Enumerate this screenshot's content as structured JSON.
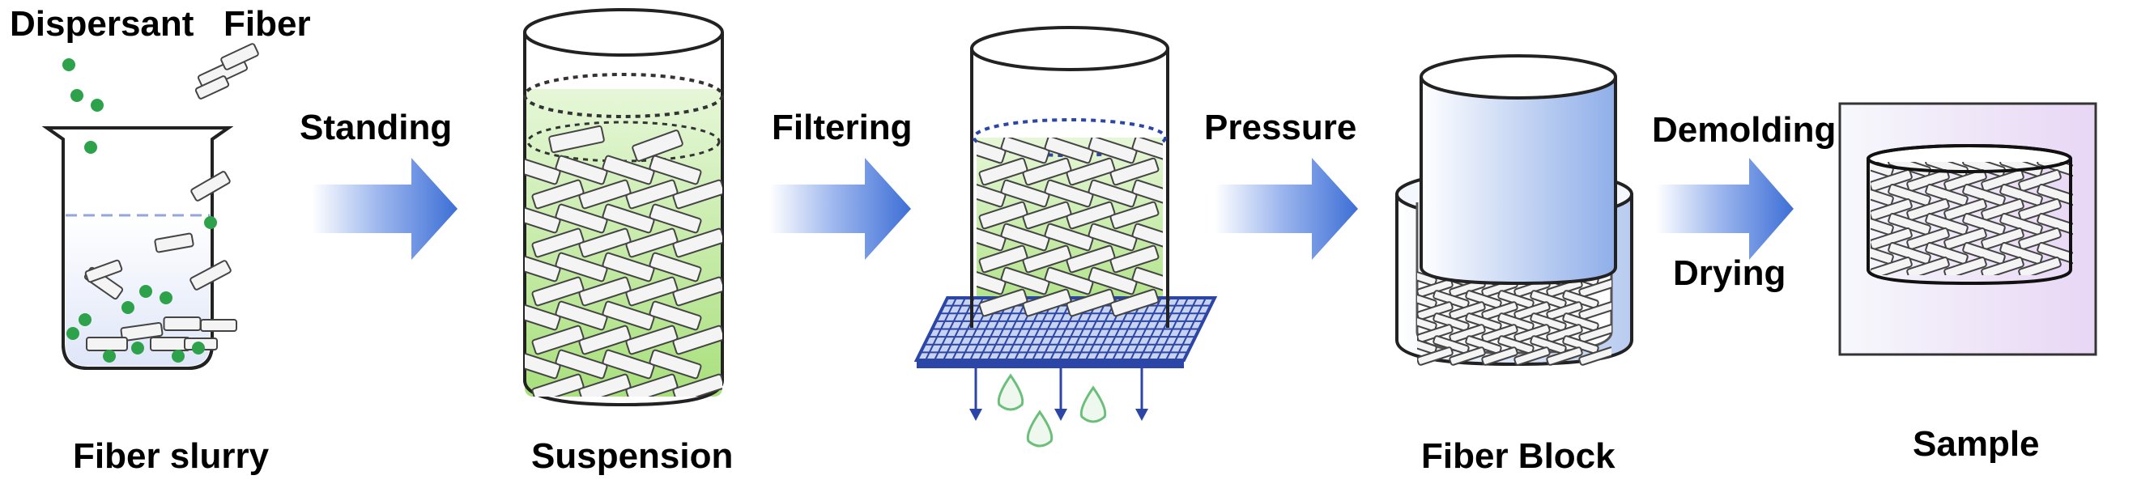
{
  "labels": {
    "dispersant": "Dispersant",
    "fiber": "Fiber",
    "standing": "Standing",
    "filtering": "Filtering",
    "pressure": "Pressure",
    "demolding": "Demolding",
    "drying": "Drying"
  },
  "captions": {
    "fiber_slurry": "Fiber slurry",
    "suspension": "Suspension",
    "fiber_block": "Fiber Block",
    "sample": "Sample"
  },
  "colors": {
    "arrow": "#3d6fd6",
    "dispersant": "#2ea24a",
    "liquid_green": "#b9e79a",
    "mesh": "#2c46a8",
    "drop": "#6cbf7a",
    "sample_bg": "#efe3f7"
  }
}
